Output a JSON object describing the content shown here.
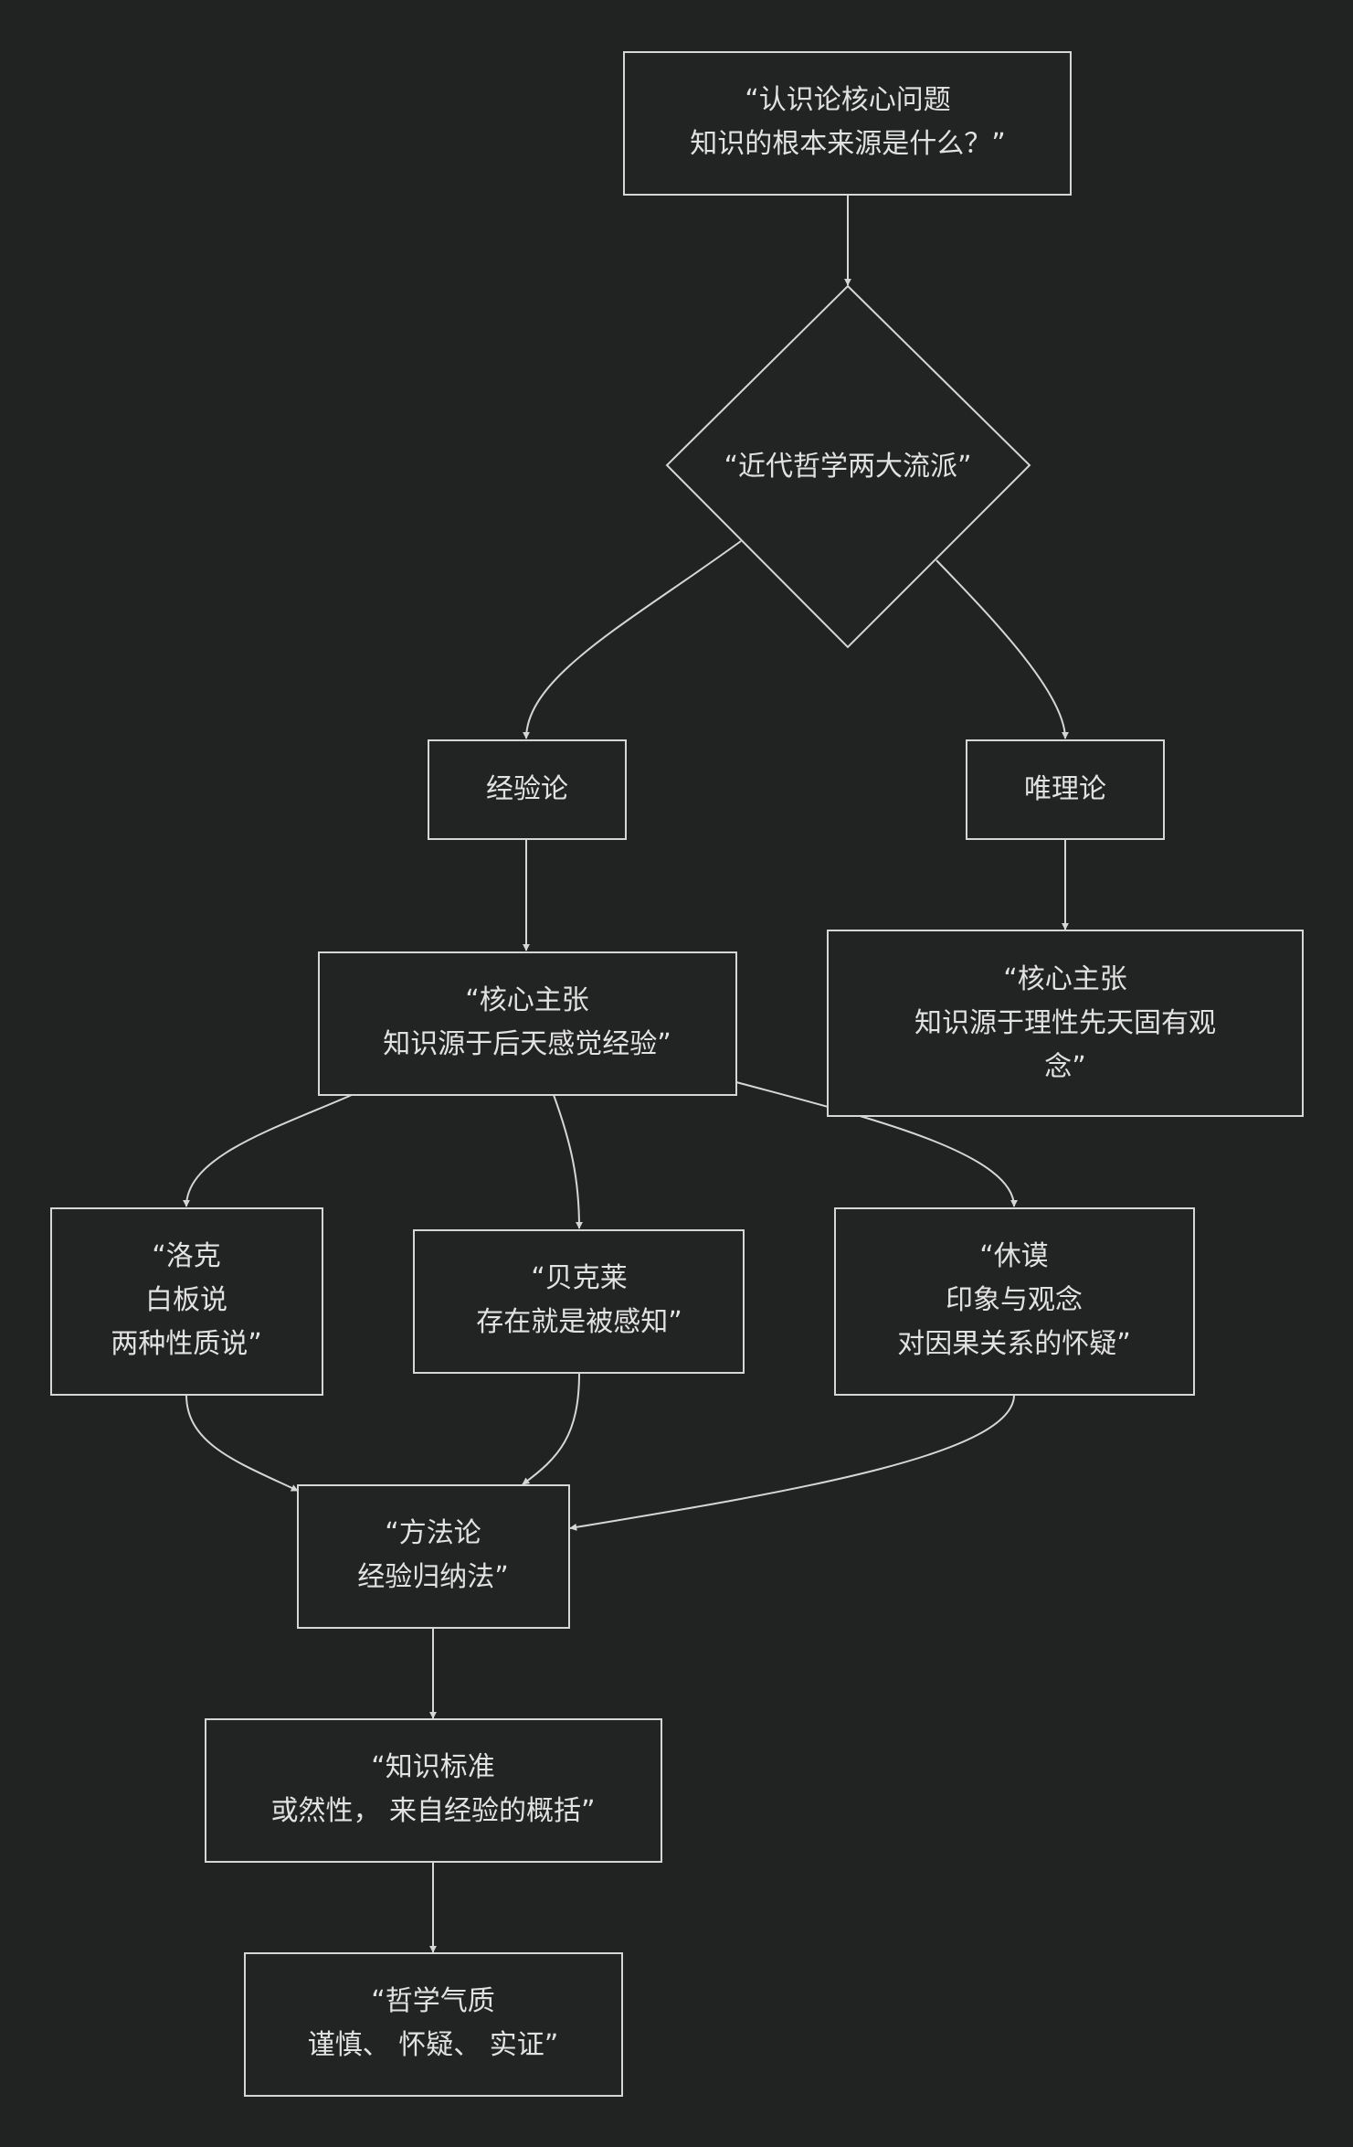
{
  "diagram": {
    "colors": {
      "background": "#212222",
      "node_fill": "#222323",
      "stroke": "#d6d6d6",
      "text": "#e2e2e2"
    },
    "nodes": {
      "core_question": {
        "line1": "“认识论核心问题",
        "line2": "知识的根本来源是什么？”"
      },
      "two_schools": {
        "line1": "“近代哲学两大流派”"
      },
      "empiricism": {
        "line1": "经验论"
      },
      "rationalism": {
        "line1": "唯理论"
      },
      "empiricism_claim": {
        "line1": "“核心主张",
        "line2": "知识源于后天感觉经验”"
      },
      "rationalism_claim": {
        "line1": "“核心主张",
        "line2": "知识源于理性先天固有观",
        "line3": "念”"
      },
      "locke": {
        "line1": "“洛克",
        "line2": "白板说",
        "line3": "两种性质说”"
      },
      "berkeley": {
        "line1": "“贝克莱",
        "line2": "存在就是被感知”"
      },
      "hume": {
        "line1": "“休谟",
        "line2": "印象与观念",
        "line3": "对因果关系的怀疑”"
      },
      "methodology": {
        "line1": "“方法论",
        "line2": "经验归纳法”"
      },
      "knowledge_standard": {
        "line1": "“知识标准",
        "line2": "或然性， 来自经验的概括”"
      },
      "temperament": {
        "line1": "“哲学气质",
        "line2": "谨慎、 怀疑、 实证”"
      }
    }
  }
}
